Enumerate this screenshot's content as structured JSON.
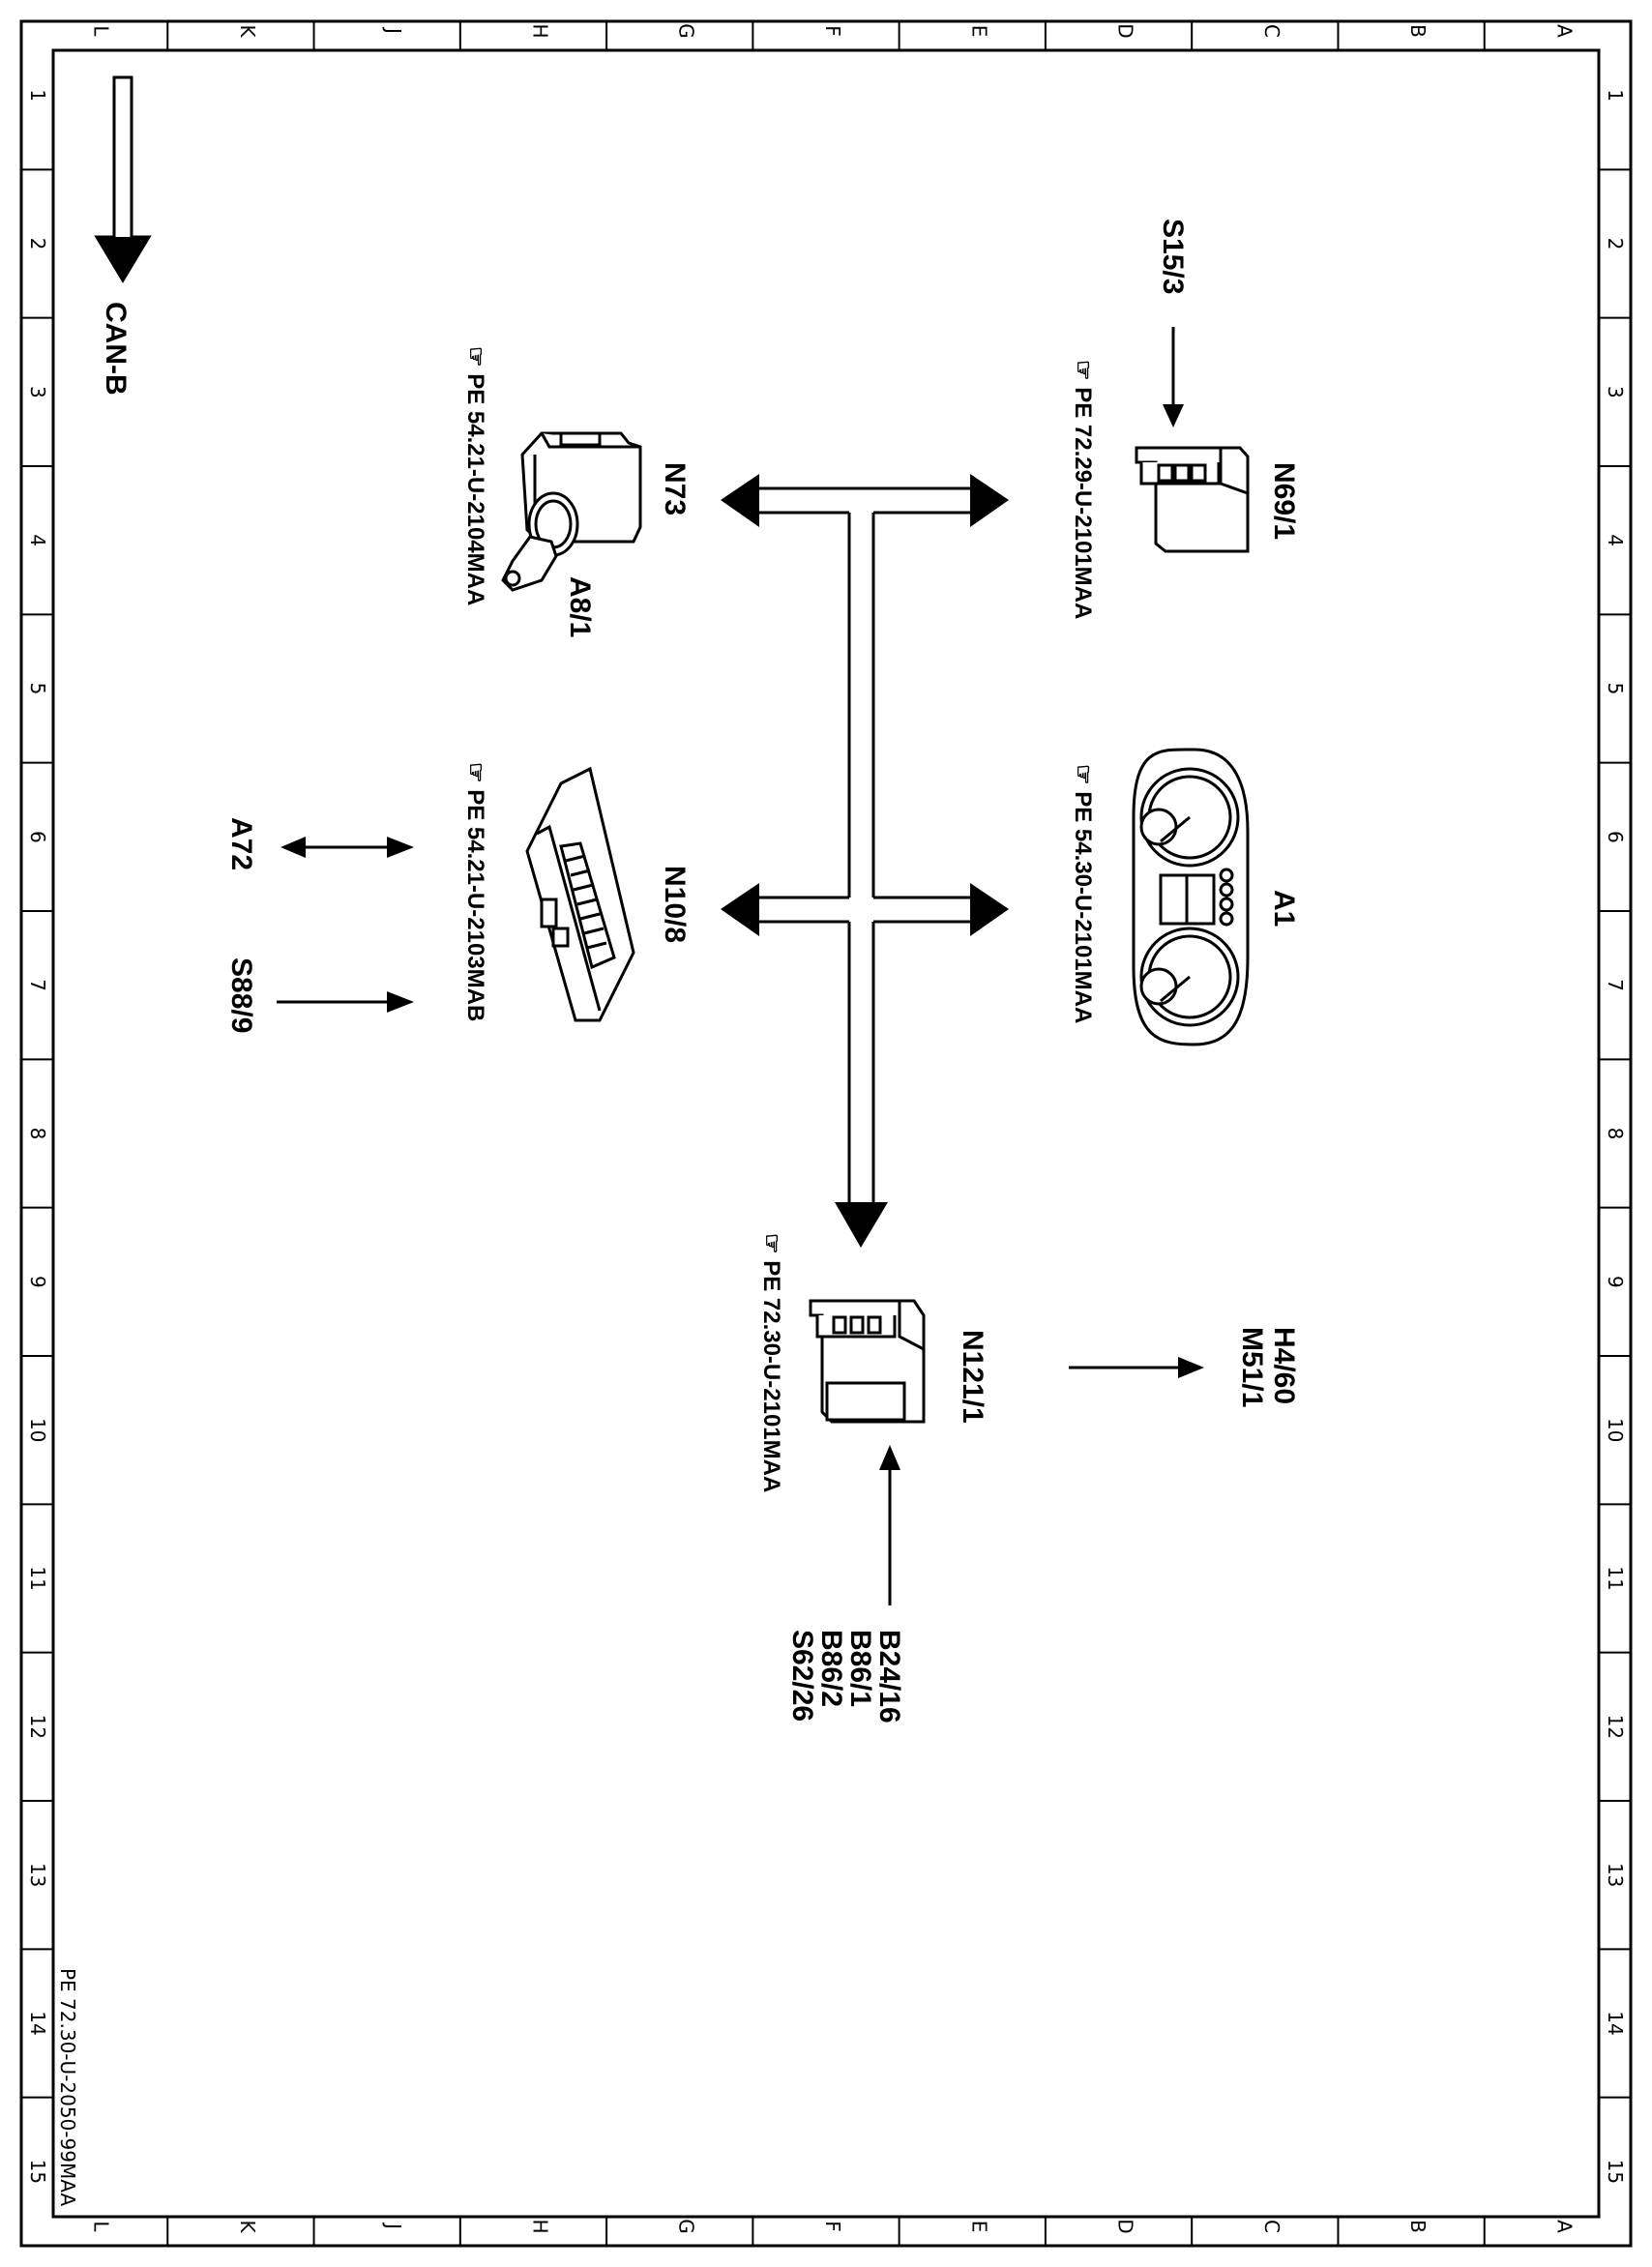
{
  "frame": {
    "col_labels": [
      "L",
      "K",
      "J",
      "H",
      "G",
      "F",
      "E",
      "D",
      "C",
      "B",
      "A"
    ],
    "row_labels": [
      "1",
      "2",
      "3",
      "4",
      "5",
      "6",
      "7",
      "8",
      "9",
      "10",
      "11",
      "12",
      "13",
      "14",
      "15"
    ]
  },
  "network_label": "CAN-B",
  "components": {
    "n69_1": {
      "code": "N69/1",
      "pe": "PE 72.29-U-2101MAA"
    },
    "a1": {
      "code": "A1",
      "pe": "PE 54.30-U-2101MAA"
    },
    "n121_1": {
      "code": "N121/1",
      "pe": "PE 72.30-U-2101MAA"
    },
    "n73": {
      "code": "N73",
      "sub": "A8/1",
      "pe": "PE 54.21-U-2104MAA"
    },
    "n10_8": {
      "code": "N10/8",
      "pe": "PE 54.21-U-2103MAB"
    }
  },
  "signals": {
    "s15_3": "S15/3",
    "h4_60": "H4/60",
    "m51_1": "M51/1",
    "b24_16": "B24/16",
    "b86_1": "B86/1",
    "b86_2": "B86/2",
    "s62_26": "S62/26",
    "a72": "A72",
    "s88_9": "S88/9"
  },
  "doc_number": "PE 72.30-U-2050-99MAA"
}
